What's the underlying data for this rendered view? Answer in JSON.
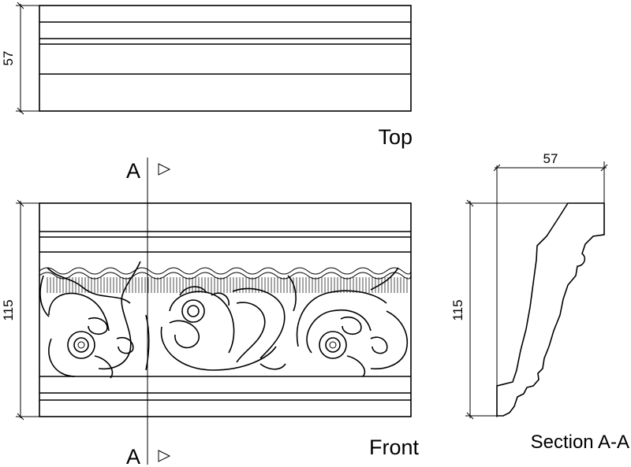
{
  "top_view": {
    "label": "Top",
    "dimension": "57"
  },
  "front_view": {
    "label": "Front",
    "dimension": "115"
  },
  "section_marker": {
    "letter": "A",
    "arrow_icon": "triangle-right-icon"
  },
  "section_view": {
    "label": "Section A-A",
    "width_dimension": "57",
    "height_dimension": "115"
  }
}
